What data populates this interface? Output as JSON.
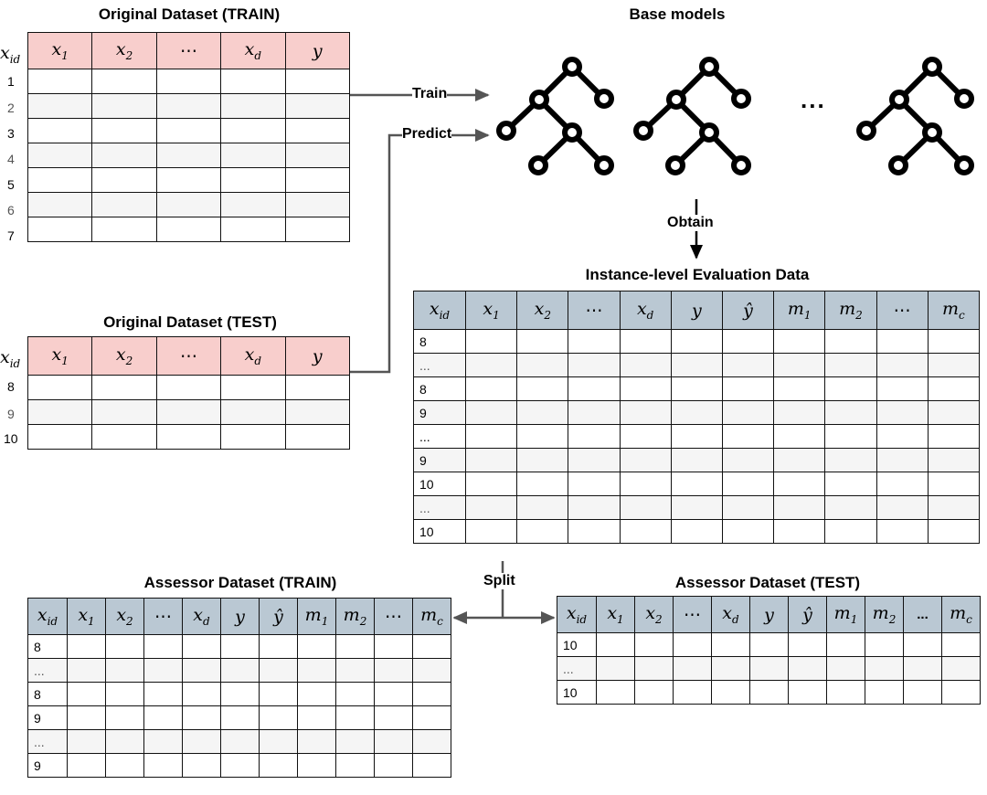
{
  "train": {
    "title": "Original Dataset (TRAIN)",
    "id_header": "x",
    "id_sub": "id",
    "columns": [
      {
        "base": "x",
        "sub": "1"
      },
      {
        "base": "x",
        "sub": "2"
      },
      {
        "base": "⋯",
        "sub": ""
      },
      {
        "base": "x",
        "sub": "d"
      },
      {
        "base": "y",
        "sub": ""
      }
    ],
    "row_ids": [
      "1",
      "2",
      "3",
      "4",
      "5",
      "6",
      "7"
    ]
  },
  "test": {
    "title": "Original Dataset (TEST)",
    "id_header": "x",
    "id_sub": "id",
    "row_ids": [
      "8",
      "9",
      "10"
    ]
  },
  "base_models": {
    "title": "Base models",
    "ellipsis": "..."
  },
  "arrows": {
    "train": "Train",
    "predict": "Predict",
    "obtain": "Obtain",
    "split": "Split"
  },
  "eval": {
    "title": "Instance-level Evaluation Data",
    "row_ids": [
      "8",
      "...",
      "8",
      "9",
      "...",
      "9",
      "10",
      "...",
      "10"
    ]
  },
  "assessor_train": {
    "title": "Assessor Dataset (TRAIN)",
    "row_ids": [
      "8",
      "...",
      "8",
      "9",
      "...",
      "9"
    ]
  },
  "assessor_test": {
    "title": "Assessor Dataset (TEST)",
    "ellipsis_header": "...",
    "row_ids": [
      "10",
      "...",
      "10"
    ]
  },
  "colors": {
    "original_header_fill": "#f8cecc",
    "original_header_border": "#b85450",
    "eval_header_fill": "#bac8d3",
    "eval_header_border": "#23445d",
    "alt_row": "#f5f5f5",
    "arrow": "#555555"
  }
}
